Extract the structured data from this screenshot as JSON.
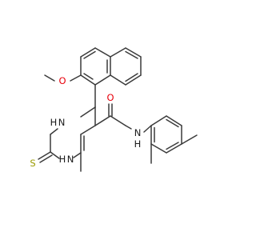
{
  "labels": {
    "methoxy_o": "O",
    "amide_o": "O",
    "thione_s": "S",
    "nh_top": "H",
    "nh_top_n": "N",
    "nh_bottom": "H",
    "nh_bottom_n": "N",
    "amide_n": "N",
    "amide_h": "H"
  },
  "colors": {
    "oxygen": "#e8000b",
    "sulfur": "#9a9a00",
    "bond": "#3a3a3a",
    "background": "#ffffff"
  }
}
